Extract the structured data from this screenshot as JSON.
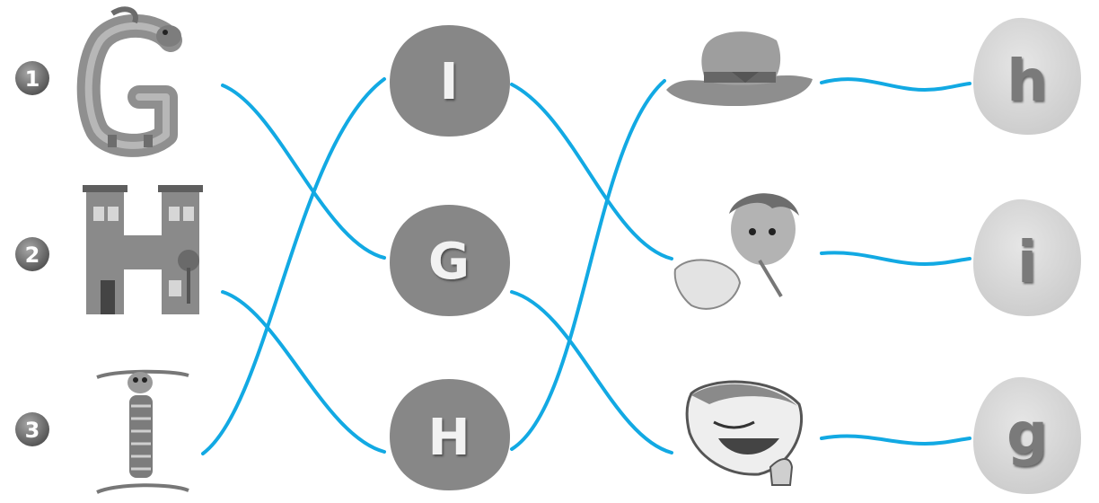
{
  "row_numbers": [
    "1",
    "2",
    "3"
  ],
  "left_items": [
    {
      "icon": "dinosaur-letter-g-icon",
      "letter": "G"
    },
    {
      "icon": "building-letter-h-icon",
      "letter": "H"
    },
    {
      "icon": "insect-letter-i-icon",
      "letter": "I"
    }
  ],
  "middle_letters": [
    "I",
    "G",
    "H"
  ],
  "pictures": [
    {
      "icon": "hat-icon"
    },
    {
      "icon": "sick-person-icon"
    },
    {
      "icon": "laughing-face-icon"
    }
  ],
  "lowercase_letters": [
    "h",
    "i",
    "g"
  ],
  "colors": {
    "line": "#12a9e3",
    "number_bubble": "#777777",
    "middle_blob": "#878787",
    "right_blob": "#d5d5d5",
    "icon_gray": "#8f8f8f"
  }
}
